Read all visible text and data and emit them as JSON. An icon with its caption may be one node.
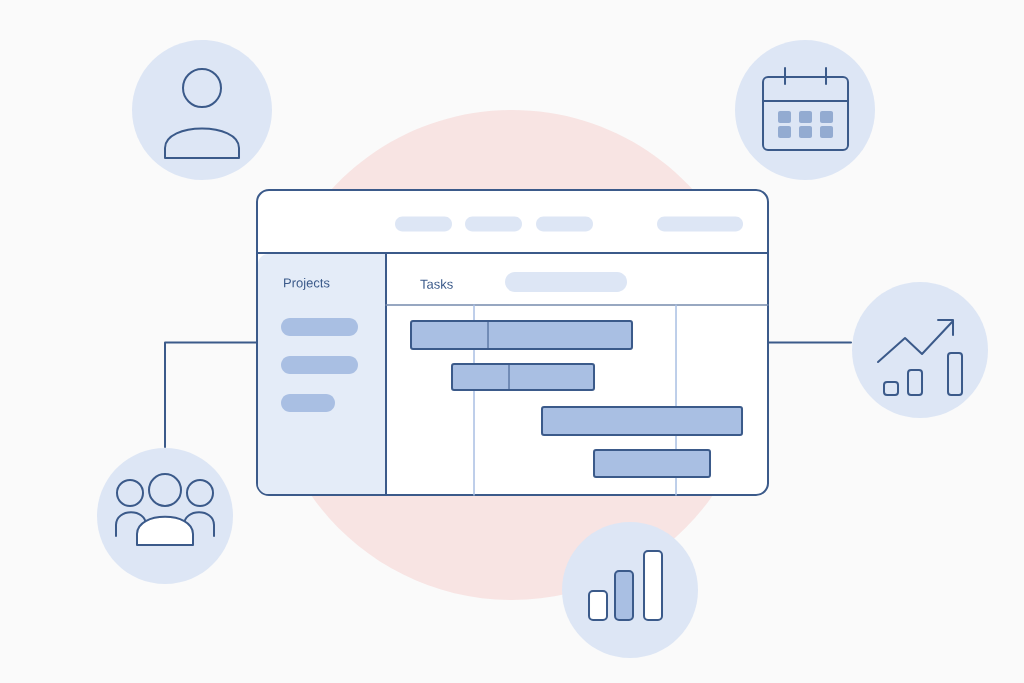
{
  "diagram": {
    "nodes": [
      {
        "text": [
          "Projects",
          "Tasks"
        ]
      },
      {
        "text": [],
        "shape": "circle"
      },
      {
        "text": [],
        "shape": "circle"
      },
      {
        "text": [],
        "shape": "circle"
      },
      {
        "text": [],
        "shape": "circle"
      },
      {
        "text": [],
        "shape": "circle"
      }
    ],
    "edges": [
      {
        "from": 0,
        "to": 3,
        "arrow": "none"
      },
      {
        "from": 0,
        "to": 4,
        "arrow": "none"
      }
    ]
  }
}
